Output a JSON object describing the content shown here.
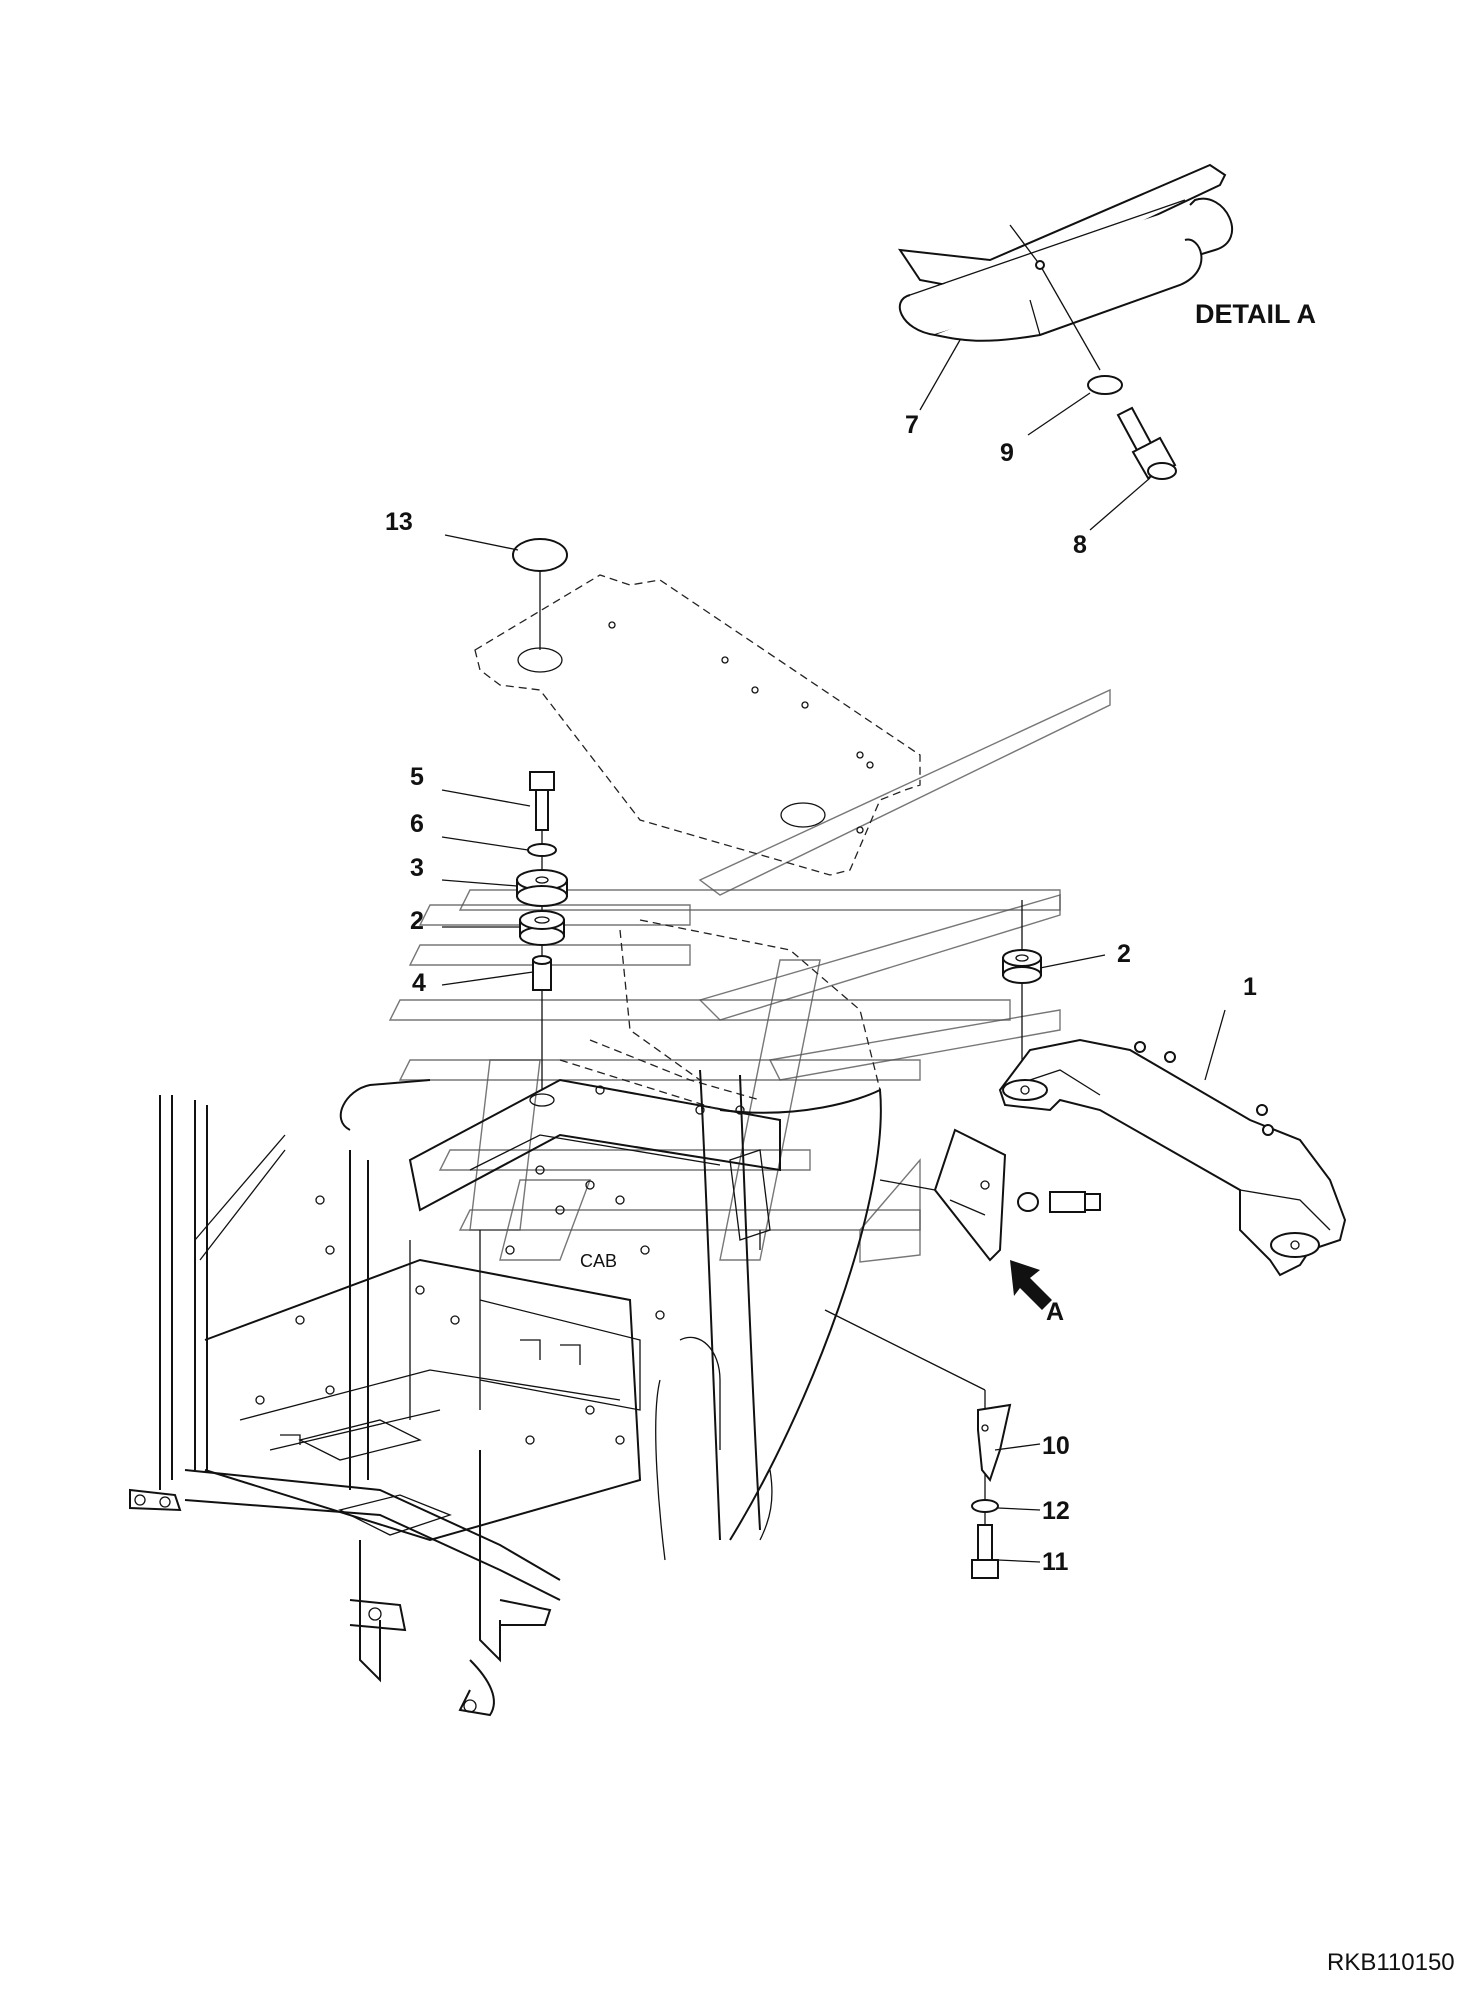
{
  "drawing": {
    "detail_title": "DETAIL A",
    "view_arrow_label": "A",
    "cab_label": "CAB",
    "drawing_number": "RKB110150"
  },
  "callouts": [
    {
      "id": "c1",
      "label": "1"
    },
    {
      "id": "c2a",
      "label": "2"
    },
    {
      "id": "c2b",
      "label": "2"
    },
    {
      "id": "c3",
      "label": "3"
    },
    {
      "id": "c4",
      "label": "4"
    },
    {
      "id": "c5",
      "label": "5"
    },
    {
      "id": "c6",
      "label": "6"
    },
    {
      "id": "c7",
      "label": "7"
    },
    {
      "id": "c8",
      "label": "8"
    },
    {
      "id": "c9",
      "label": "9"
    },
    {
      "id": "c10",
      "label": "10"
    },
    {
      "id": "c11",
      "label": "11"
    },
    {
      "id": "c12",
      "label": "12"
    },
    {
      "id": "c13",
      "label": "13"
    }
  ]
}
